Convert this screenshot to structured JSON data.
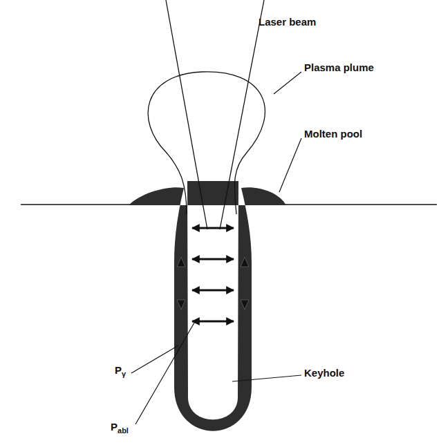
{
  "diagram": {
    "labels": [
      "Laser beam",
      "Plasma plume",
      "Molten pool",
      "Keyhole",
      "Pγ",
      "Pabl"
    ]
  }
}
